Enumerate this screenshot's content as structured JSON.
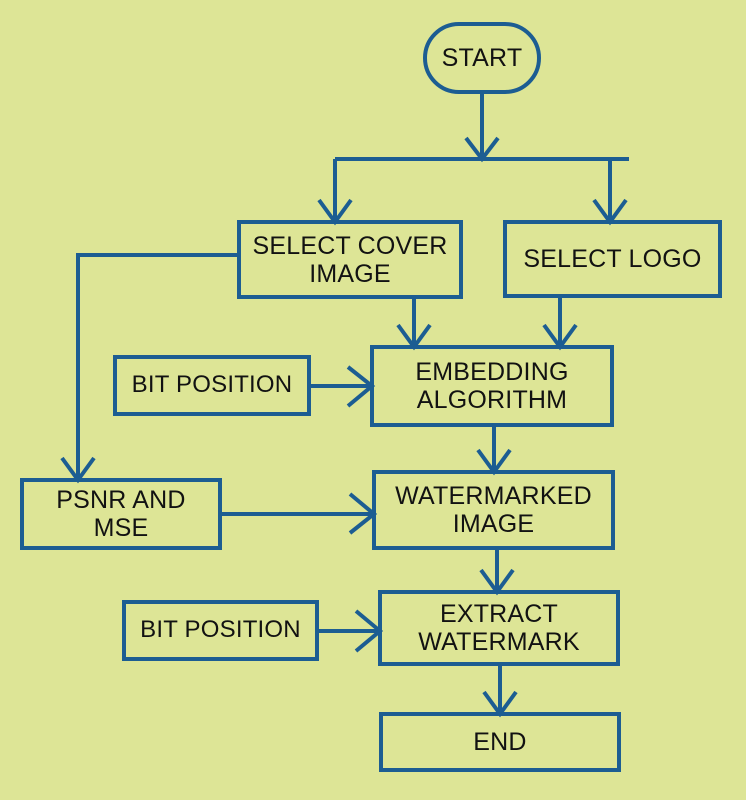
{
  "diagram": {
    "title": "Watermarking process flowchart",
    "background_color": "#dde596",
    "stroke_color": "#1c5d92",
    "text_color": "#121212",
    "nodes": {
      "start": {
        "label": "START",
        "shape": "stadium"
      },
      "select_cover_image": {
        "label": "SELECT COVER\nIMAGE",
        "shape": "rect"
      },
      "select_logo": {
        "label": "SELECT LOGO",
        "shape": "rect"
      },
      "bit_position_top": {
        "label": "BIT POSITION",
        "shape": "rect"
      },
      "embedding_algorithm": {
        "label": "EMBEDDING\nALGORITHM",
        "shape": "rect"
      },
      "psnr_and_mse": {
        "label": "PSNR AND\nMSE",
        "shape": "rect"
      },
      "watermarked_image": {
        "label": "WATERMARKED\nIMAGE",
        "shape": "rect"
      },
      "bit_position_bottom": {
        "label": "BIT POSITION",
        "shape": "rect"
      },
      "extract_watermark": {
        "label": "EXTRACT\nWATERMARK",
        "shape": "rect"
      },
      "end": {
        "label": "END",
        "shape": "rect"
      }
    },
    "edges": [
      {
        "from": "start",
        "to": "split-junction"
      },
      {
        "from": "split-junction",
        "to": "select_cover_image"
      },
      {
        "from": "split-junction",
        "to": "select_logo"
      },
      {
        "from": "select_cover_image",
        "to": "embedding_algorithm"
      },
      {
        "from": "select_logo",
        "to": "embedding_algorithm"
      },
      {
        "from": "bit_position_top",
        "to": "embedding_algorithm"
      },
      {
        "from": "select_cover_image",
        "to": "psnr_and_mse"
      },
      {
        "from": "embedding_algorithm",
        "to": "watermarked_image"
      },
      {
        "from": "psnr_and_mse",
        "to": "watermarked_image"
      },
      {
        "from": "watermarked_image",
        "to": "extract_watermark"
      },
      {
        "from": "bit_position_bottom",
        "to": "extract_watermark"
      },
      {
        "from": "extract_watermark",
        "to": "end"
      }
    ]
  }
}
